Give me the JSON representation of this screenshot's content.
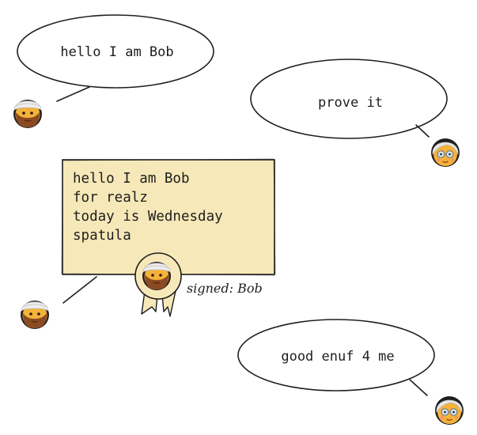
{
  "bubbles": {
    "bob_intro": "hello I am Bob",
    "alice_challenge": "prove it",
    "alice_accept": "good enuf 4 me"
  },
  "certificate": {
    "lines": [
      "hello I am Bob",
      "for realz",
      "today is Wednesday",
      "spatula"
    ],
    "signature": "signed: Bob"
  },
  "icons": {
    "bob": "bob-avatar-icon (bearded man, white turban)",
    "alice": "alice-avatar-icon (older woman, white hair, glasses)",
    "seal": "rosette-seal-icon"
  },
  "colors": {
    "ink": "#1e1e1e",
    "certificate_fill": "#f6e8b8",
    "skin": "#f5b23a",
    "beard": "#8a4b22"
  }
}
